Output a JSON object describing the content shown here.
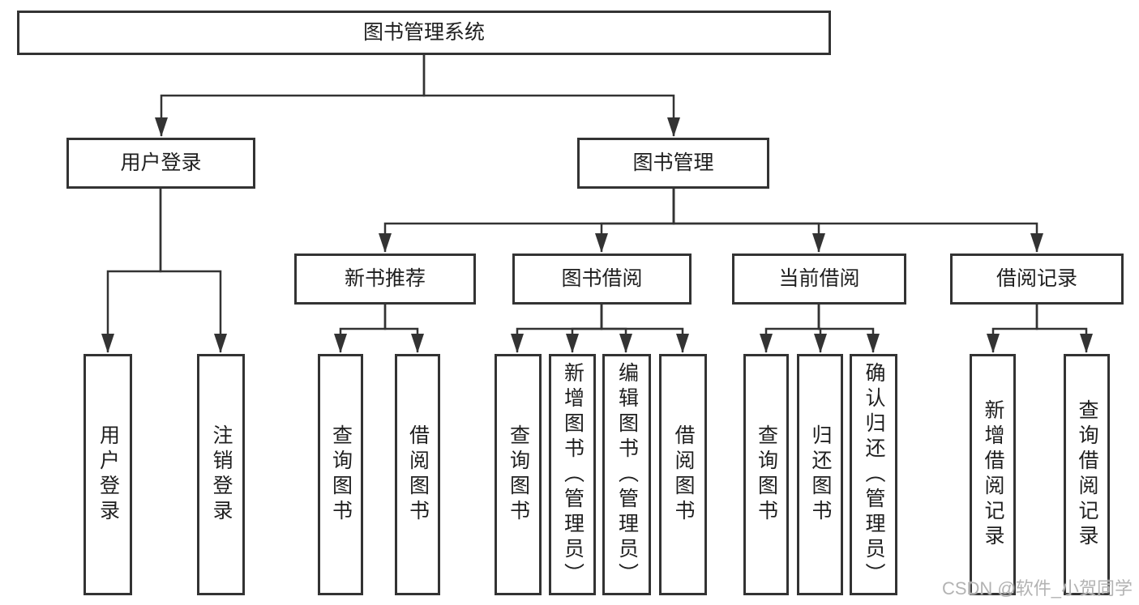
{
  "diagram": {
    "root_label": "图书管理系统",
    "level2": [
      {
        "label": "用户登录"
      },
      {
        "label": "图书管理"
      }
    ],
    "level3": [
      {
        "label": "新书推荐"
      },
      {
        "label": "图书借阅"
      },
      {
        "label": "当前借阅"
      },
      {
        "label": "借阅记录"
      }
    ],
    "leaves": [
      {
        "label": "用户登录"
      },
      {
        "label": "注销登录"
      },
      {
        "label": "查询图书"
      },
      {
        "label": "借阅图书"
      },
      {
        "label": "查询图书"
      },
      {
        "label": "新增图书（管理员）"
      },
      {
        "label": "编辑图书（管理员）"
      },
      {
        "label": "借阅图书"
      },
      {
        "label": "查询图书"
      },
      {
        "label": "归还图书"
      },
      {
        "label": "确认归还（管理员）"
      },
      {
        "label": "新增借阅记录"
      },
      {
        "label": "查询借阅记录"
      }
    ],
    "colors": {
      "line": "#333333",
      "text": "#1f1f1f",
      "background": "#ffffff",
      "watermark": "#b3b3b3"
    },
    "watermark": "CSDN @软件_小贺同学"
  }
}
